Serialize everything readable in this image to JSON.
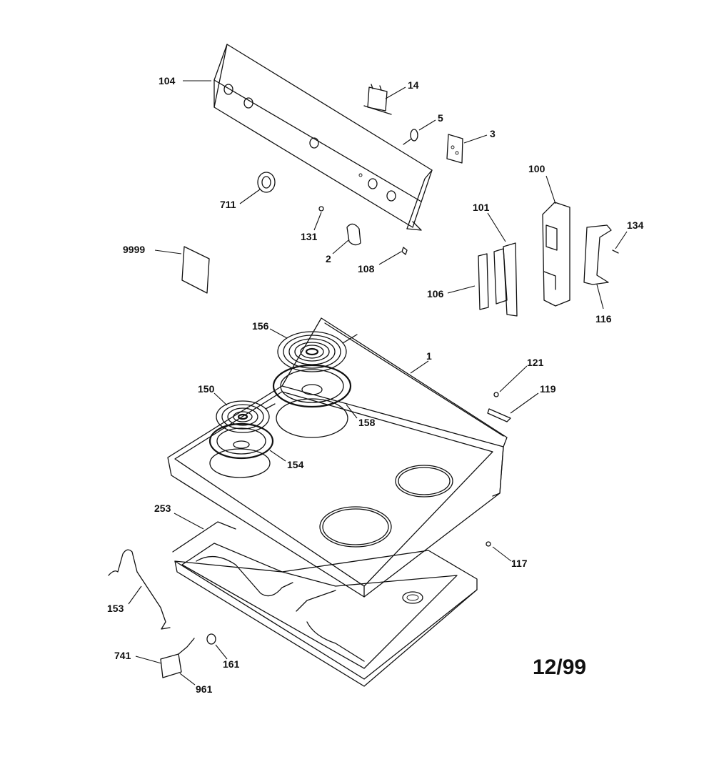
{
  "diagram": {
    "date_code": "12/99",
    "callouts": [
      {
        "id": "104",
        "label": "104"
      },
      {
        "id": "14",
        "label": "14"
      },
      {
        "id": "5",
        "label": "5"
      },
      {
        "id": "3",
        "label": "3"
      },
      {
        "id": "711",
        "label": "711"
      },
      {
        "id": "131",
        "label": "131"
      },
      {
        "id": "2",
        "label": "2"
      },
      {
        "id": "108",
        "label": "108"
      },
      {
        "id": "9999",
        "label": "9999"
      },
      {
        "id": "100",
        "label": "100"
      },
      {
        "id": "101",
        "label": "101"
      },
      {
        "id": "134",
        "label": "134"
      },
      {
        "id": "106",
        "label": "106"
      },
      {
        "id": "116",
        "label": "116"
      },
      {
        "id": "156",
        "label": "156"
      },
      {
        "id": "1",
        "label": "1"
      },
      {
        "id": "121",
        "label": "121"
      },
      {
        "id": "150",
        "label": "150"
      },
      {
        "id": "119",
        "label": "119"
      },
      {
        "id": "158",
        "label": "158"
      },
      {
        "id": "154",
        "label": "154"
      },
      {
        "id": "253",
        "label": "253"
      },
      {
        "id": "117",
        "label": "117"
      },
      {
        "id": "153",
        "label": "153"
      },
      {
        "id": "741",
        "label": "741"
      },
      {
        "id": "161",
        "label": "161"
      },
      {
        "id": "961",
        "label": "961"
      }
    ]
  }
}
